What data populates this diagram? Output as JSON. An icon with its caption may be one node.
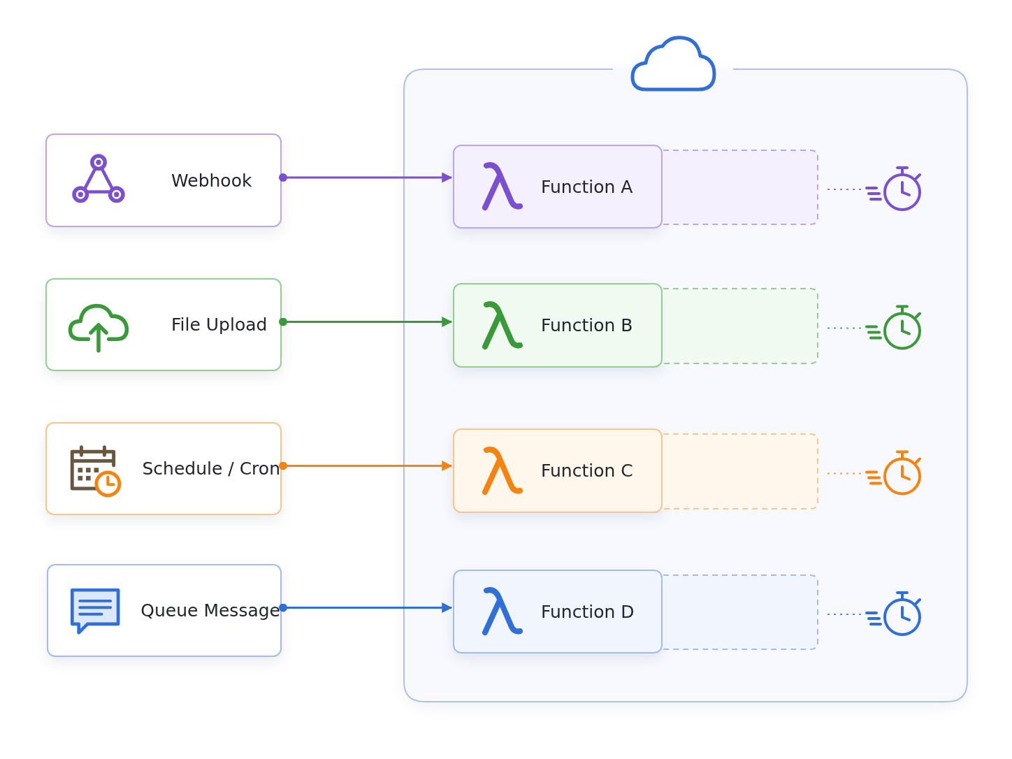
{
  "diagram": {
    "nodes": [
      {
        "text": [],
        "shape": "box"
      },
      {
        "text": [
          "Webhook"
        ]
      },
      {
        "text": [
          "Function A"
        ],
        "in": 0
      },
      {
        "text": [
          "File Upload"
        ]
      },
      {
        "text": [
          "Function B"
        ],
        "in": 0
      },
      {
        "text": [
          "Schedule / Cron"
        ]
      },
      {
        "text": [
          "Function C"
        ],
        "in": 0
      },
      {
        "text": [
          "Queue Message"
        ]
      },
      {
        "text": [
          "Function D"
        ],
        "in": 0
      }
    ],
    "edges": [
      {
        "from": 1,
        "to": 2,
        "arrow": "to",
        "color": "#7b4fd0"
      },
      {
        "from": 3,
        "to": 4,
        "arrow": "to",
        "color": "#3a9a3a"
      },
      {
        "from": 5,
        "to": 6,
        "arrow": "to",
        "color": "#f5830f"
      },
      {
        "from": 7,
        "to": 8,
        "arrow": "to",
        "color": "#2f6fd6"
      }
    ]
  }
}
